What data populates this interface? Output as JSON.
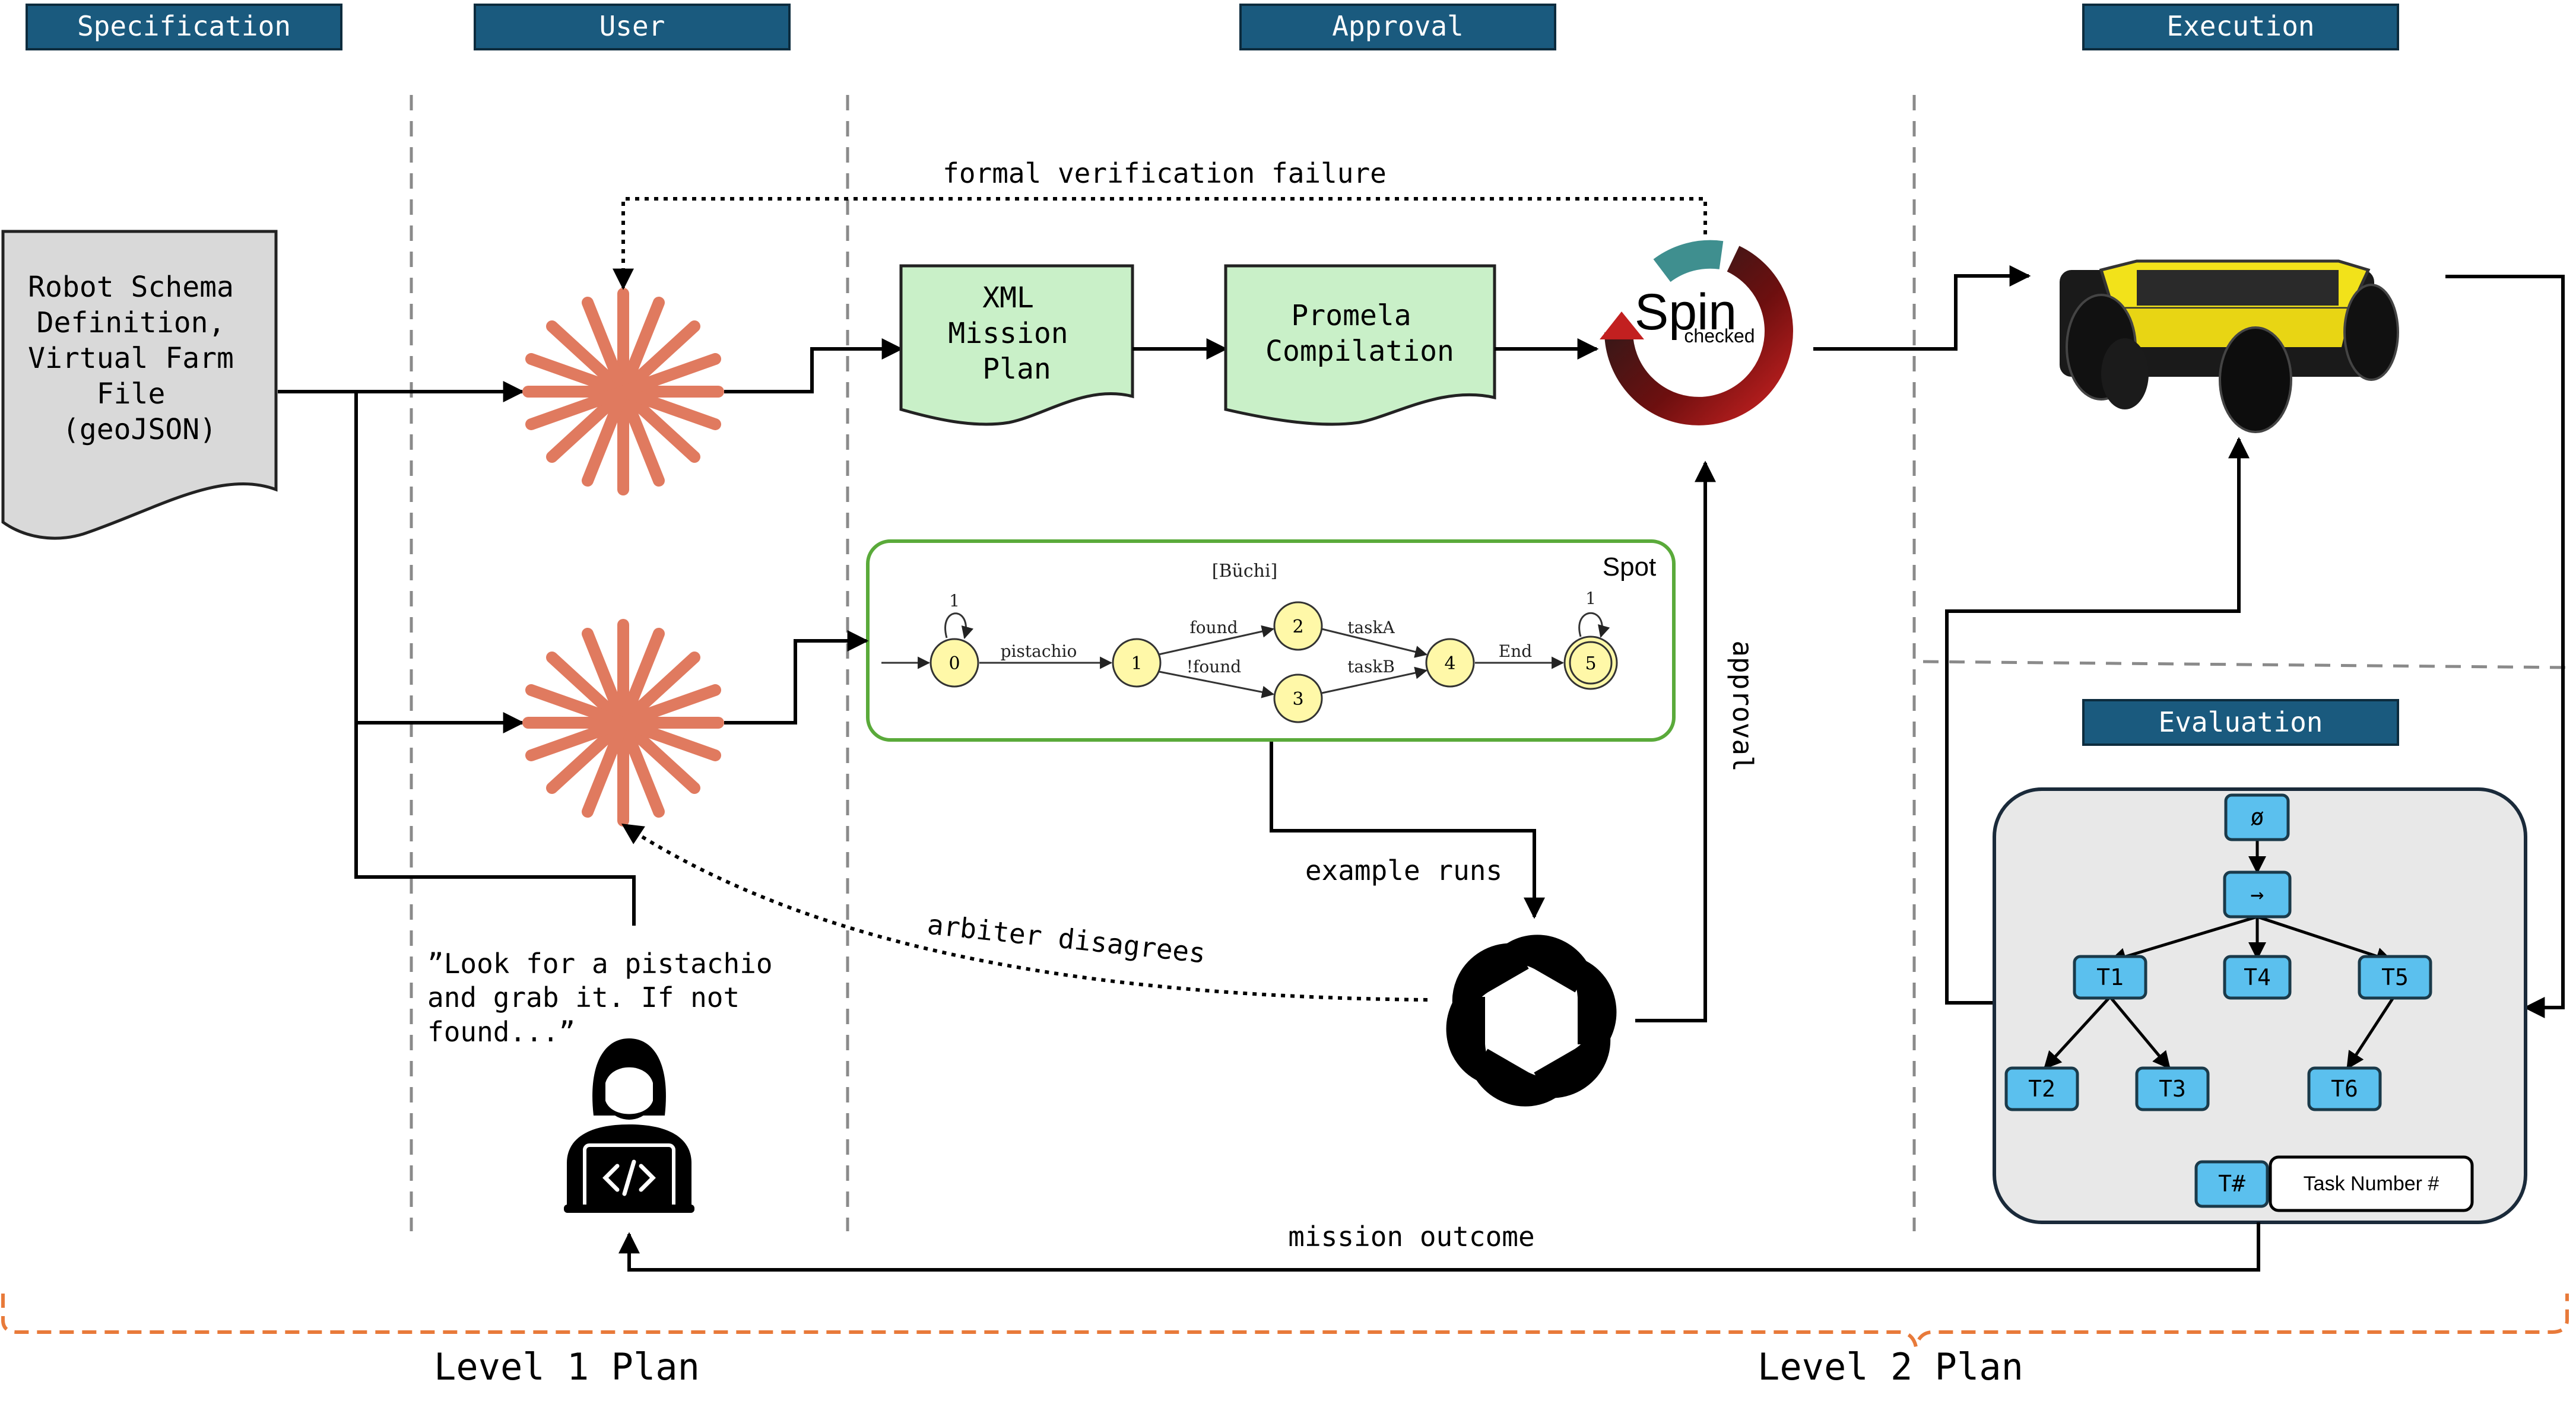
{
  "headers": {
    "specification": "Specification",
    "user": "User",
    "approval": "Approval",
    "execution": "Execution",
    "evaluation": "Evaluation"
  },
  "spec_doc": {
    "lines": [
      "Robot Schema",
      "Definition,",
      "Virtual Farm",
      "File",
      "(geoJSON)"
    ]
  },
  "xml_plan": {
    "lines": [
      "XML",
      "Mission",
      "Plan"
    ]
  },
  "promela": {
    "lines": [
      "Promela",
      "Compilation"
    ]
  },
  "spin": {
    "title": "Spin",
    "sub": "checked"
  },
  "spot": {
    "title": "Spot",
    "header": "[Büchi]",
    "states": [
      "0",
      "1",
      "2",
      "3",
      "4",
      "5"
    ],
    "edges": {
      "self0": "1",
      "e01": "pistachio",
      "e12": "found",
      "e13": "!found",
      "e24": "taskA",
      "e34": "taskB",
      "e45": "End",
      "self5": "1"
    }
  },
  "flows": {
    "formal_failure": "formal verification failure",
    "example_runs": "example runs",
    "arbiter": "arbiter disagrees",
    "approval": "approval",
    "mission_outcome": "mission outcome"
  },
  "quote": {
    "lines": [
      "”Look for a pistachio",
      "and grab it. If not",
      "found...”"
    ]
  },
  "tree": {
    "nodes": {
      "root": "ø",
      "seq": "→",
      "t1": "T1",
      "t4": "T4",
      "t5": "T5",
      "t2": "T2",
      "t3": "T3",
      "t6": "T6"
    },
    "legend_key": "T#",
    "legend_text": "Task Number #"
  },
  "levels": {
    "level1": "Level 1 Plan",
    "level2": "Level 2 Plan"
  },
  "colors": {
    "header_bg": "#1a5a7e",
    "green_box": "#c9f0c8",
    "tree_node": "#5bc0ee",
    "state_fill": "#fff8a8",
    "star": "#e07a5f",
    "level_brace": "#e87a3a",
    "spot_border": "#5aaa3a"
  }
}
